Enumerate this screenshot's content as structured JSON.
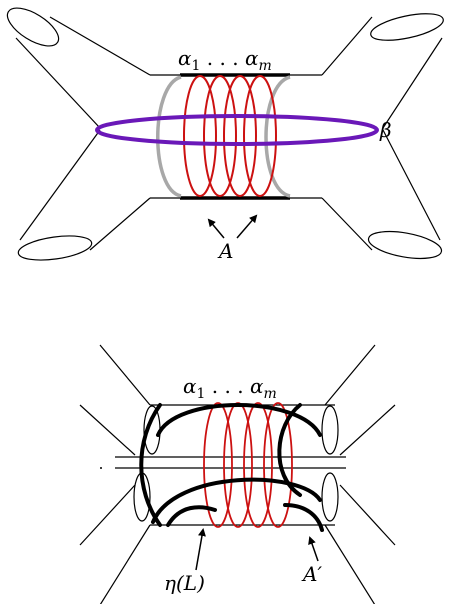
{
  "top_figure": {
    "curves_label_alpha": "α",
    "curves_label_sub1": "1",
    "curves_label_dots": " . . . ",
    "curves_label_sub_m": "m",
    "beta_label": "β",
    "annulus_label": "A"
  },
  "bottom_figure": {
    "curves_label_alpha": "α",
    "curves_label_sub1": "1",
    "curves_label_dots": " . . . ",
    "curves_label_sub_m": "m",
    "eta_label": "η(L)",
    "annulus_label": "A′"
  },
  "colors": {
    "curve_red": "#cc1111",
    "beta_purple": "#6a18b8",
    "annulus_gray": "#a8a8a8",
    "line_black": "#000000"
  }
}
